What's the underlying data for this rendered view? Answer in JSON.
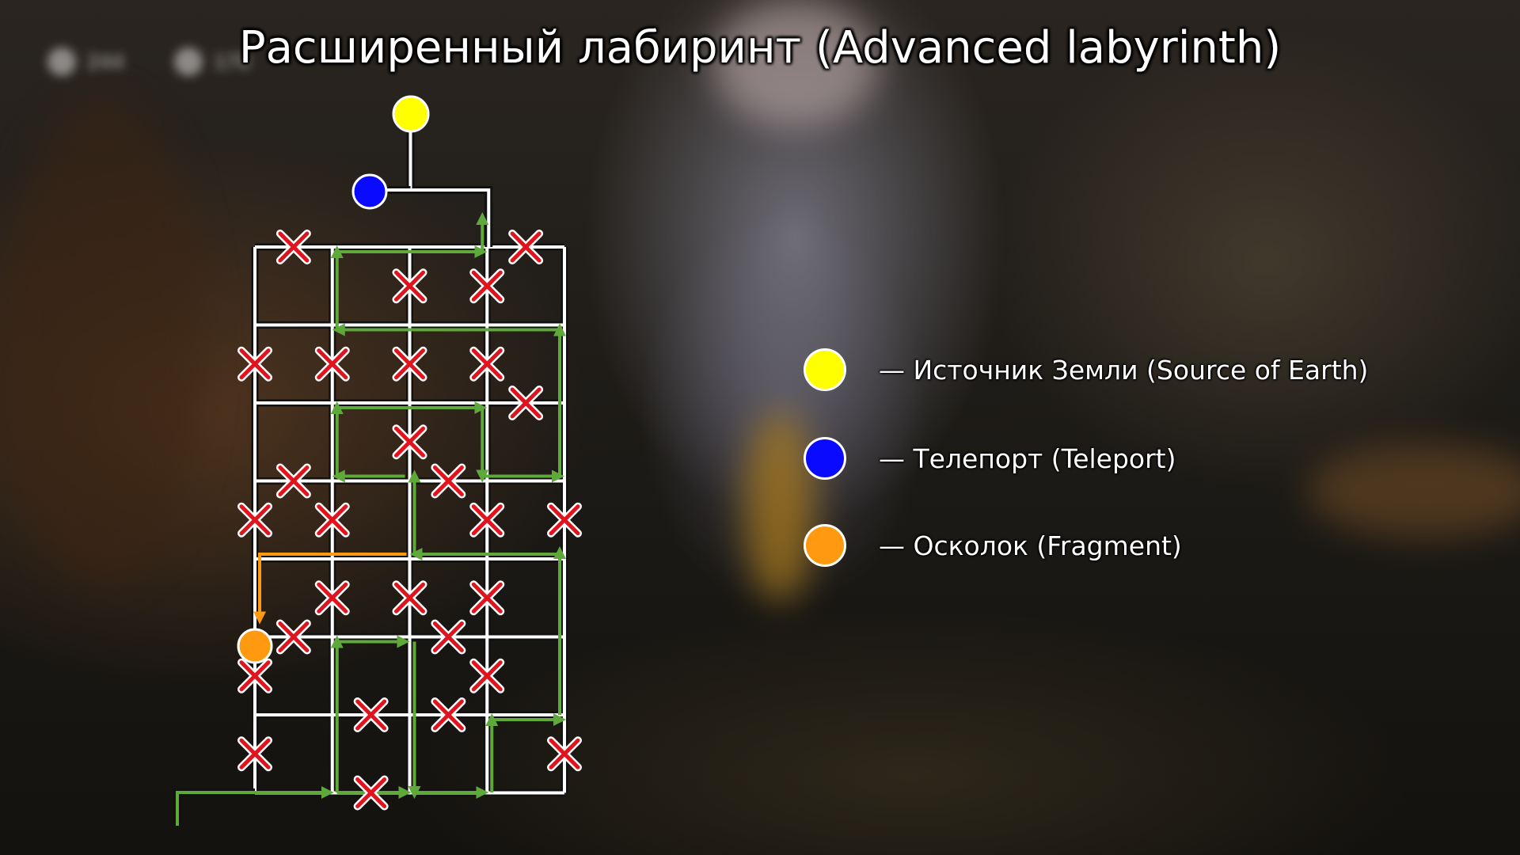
{
  "title": "Расширенный лабиринт (Advanced labyrinth)",
  "hud": {
    "value_1": "244",
    "value_2": "170"
  },
  "maze": {
    "columns": 4,
    "rows": 7,
    "route_color": "#5fa83a",
    "fragment_route_color": "#ff9a10",
    "blocked_marker_color": "#e0141e",
    "wall_color": "#ffffff"
  },
  "legend": [
    {
      "icon": "source-of-earth-icon",
      "color": "#ffff00",
      "label": "— Источник Земли (Source of Earth)"
    },
    {
      "icon": "teleport-icon",
      "color": "#0a0aff",
      "label": "— Телепорт (Teleport)"
    },
    {
      "icon": "fragment-icon",
      "color": "#ff9a10",
      "label": "— Осколок (Fragment)"
    }
  ]
}
